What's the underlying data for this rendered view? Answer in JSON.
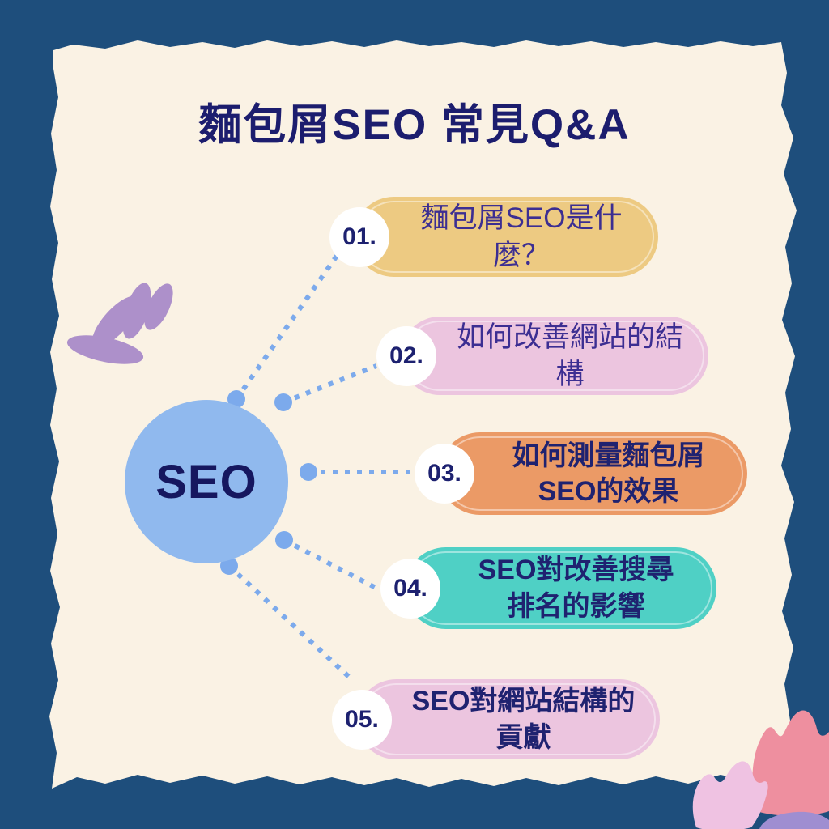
{
  "title": "麵包屑SEO 常見Q&A",
  "center": {
    "label": "SEO"
  },
  "items": [
    {
      "number": "01.",
      "text": "麵包屑SEO是什麼？",
      "color": "#edca82"
    },
    {
      "number": "02.",
      "text": "如何改善網站的結構",
      "color": "#ecc5df"
    },
    {
      "number": "03.",
      "text": "如何測量麵包屑\nSEO的效果",
      "color": "#eb9a66"
    },
    {
      "number": "04.",
      "text": "SEO對改善搜尋\n排名的影響",
      "color": "#4fd0c5"
    },
    {
      "number": "05.",
      "text": "SEO對網站結構的貢獻",
      "color": "#ecc5df"
    }
  ],
  "colors": {
    "background": "#1e4e7c",
    "paper": "#faf2e4",
    "connector_line": "#7caaec",
    "center_circle": "#90b9ee",
    "title_text": "#1c1d6e",
    "item_text_regular": "#3c2e92",
    "item_text_bold": "#1f2270",
    "number_text": "#1d2170",
    "number_circle": "#ffffff",
    "petal_decoration": "#ad90ca",
    "tulip_salmon": "#ee8f9f",
    "tulip_pink": "#efc2e2",
    "blob_purple": "#9f8ed1"
  }
}
